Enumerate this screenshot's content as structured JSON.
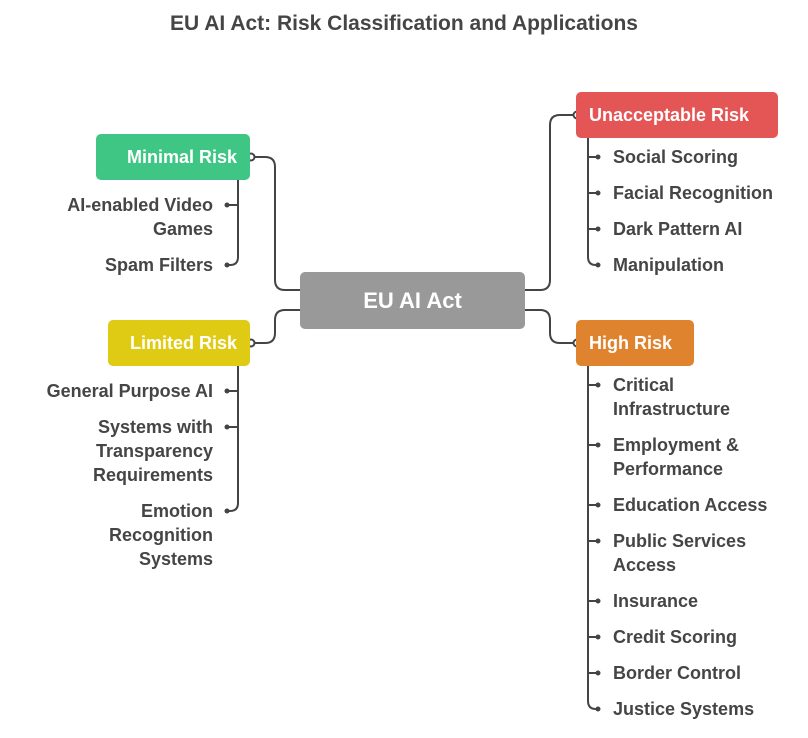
{
  "title": "EU AI Act: Risk Classification and Applications",
  "center": {
    "label": "EU AI Act",
    "color": "#999999"
  },
  "minimal": {
    "label": "Minimal Risk",
    "color": "#3fc685",
    "items": [
      "AI-enabled Video",
      "Games",
      "Spam Filters"
    ]
  },
  "limited": {
    "label": "Limited Risk",
    "color": "#e0cb14",
    "items": [
      "General Purpose AI",
      "Systems with",
      "Transparency",
      "Requirements",
      "Emotion",
      "Recognition",
      "Systems"
    ]
  },
  "unacceptable": {
    "label": "Unacceptable Risk",
    "color": "#e45555",
    "items": [
      "Social Scoring",
      "Facial Recognition",
      "Dark Pattern AI",
      "Manipulation"
    ]
  },
  "high": {
    "label": "High Risk",
    "color": "#e0832f",
    "items": [
      "Critical",
      "Infrastructure",
      "Employment &",
      "Performance",
      "Education Access",
      "Public Services",
      "Access",
      "Insurance",
      "Credit Scoring",
      "Border Control",
      "Justice Systems"
    ]
  }
}
